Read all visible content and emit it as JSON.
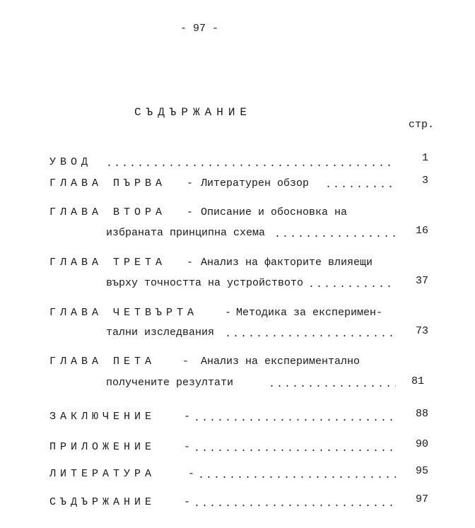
{
  "page_number": "- 97 -",
  "title": "СЪДЪРЖАНИЕ",
  "page_label": "стр.",
  "entries": [
    {
      "head": "УВОД",
      "dash": "",
      "lines": [
        ""
      ],
      "page": "1"
    },
    {
      "head": "ГЛАВА ПЪРВА",
      "dash": "-",
      "lines": [
        "Литературен обзор"
      ],
      "page": "3"
    },
    {
      "head": "ГЛАВА ВТОРА",
      "dash": "-",
      "lines": [
        "Описание и обосновка на",
        "избраната принципна схема"
      ],
      "page": "16"
    },
    {
      "head": "ГЛАВА ТРЕТА",
      "dash": "-",
      "lines": [
        "Анализ на факторите влияещи",
        "върху точността на устройството"
      ],
      "page": "37"
    },
    {
      "head": "ГЛАВА ЧЕТВЪРТА",
      "dash": "-",
      "lines": [
        "Методика за експеримен-",
        "тални изследвания"
      ],
      "page": "73"
    },
    {
      "head": "ГЛАВА ПЕТА",
      "dash": "-",
      "lines": [
        "Анализ на експериментално",
        "получените резултати"
      ],
      "page": "81"
    },
    {
      "head": "ЗАКЛЮЧЕНИЕ",
      "dash": "-",
      "lines": [
        ""
      ],
      "page": "88"
    },
    {
      "head": "ПРИЛОЖЕНИЕ",
      "dash": "-",
      "lines": [
        ""
      ],
      "page": "90"
    },
    {
      "head": "ЛИТЕРАТУРА",
      "dash": "-",
      "lines": [
        ""
      ],
      "page": "95"
    },
    {
      "head": "СЪДЪРЖАНИЕ",
      "dash": "-",
      "lines": [
        ""
      ],
      "page": "97"
    }
  ]
}
